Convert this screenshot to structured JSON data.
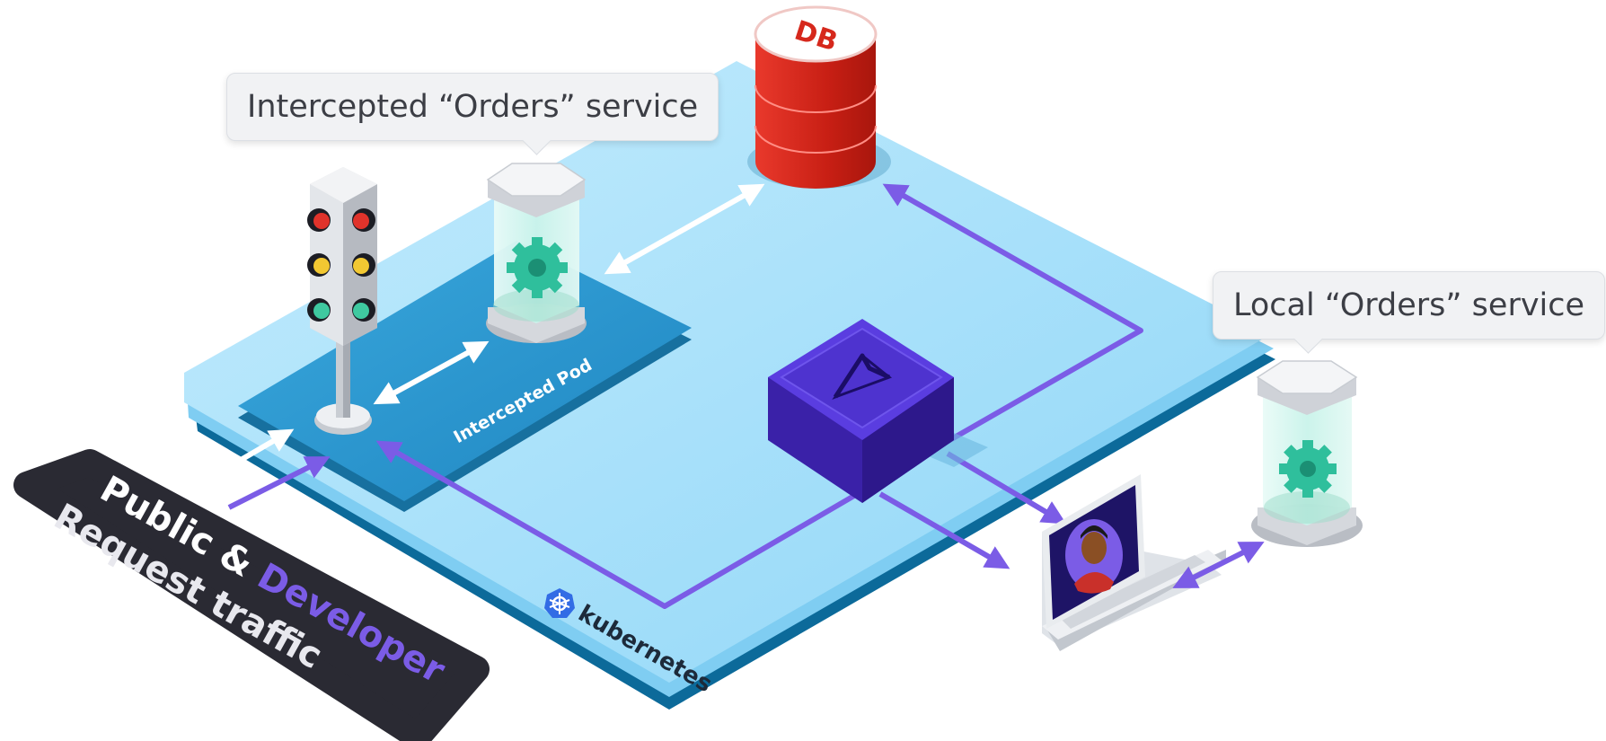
{
  "callouts": {
    "intercepted": "Intercepted “Orders” service",
    "local": "Local “Orders” service"
  },
  "labels": {
    "db": "DB",
    "pod": "Intercepted Pod",
    "kubernetes": "kubernetes",
    "traffic_line1_a": "Public & ",
    "traffic_line1_b": "Developer",
    "traffic_line2": "Request traffic"
  },
  "colors": {
    "cluster": "#a7e0fb",
    "pod": "#2a98d0",
    "flow": "#7b5ce6",
    "db": "#d6281c",
    "proxy": "#4a2fc7",
    "badge": "#2a2a33"
  },
  "icons": [
    "traffic-light-icon",
    "database-icon",
    "gear-icon",
    "telepresence-logo-icon",
    "kubernetes-logo-icon",
    "laptop-icon",
    "developer-avatar-icon"
  ]
}
